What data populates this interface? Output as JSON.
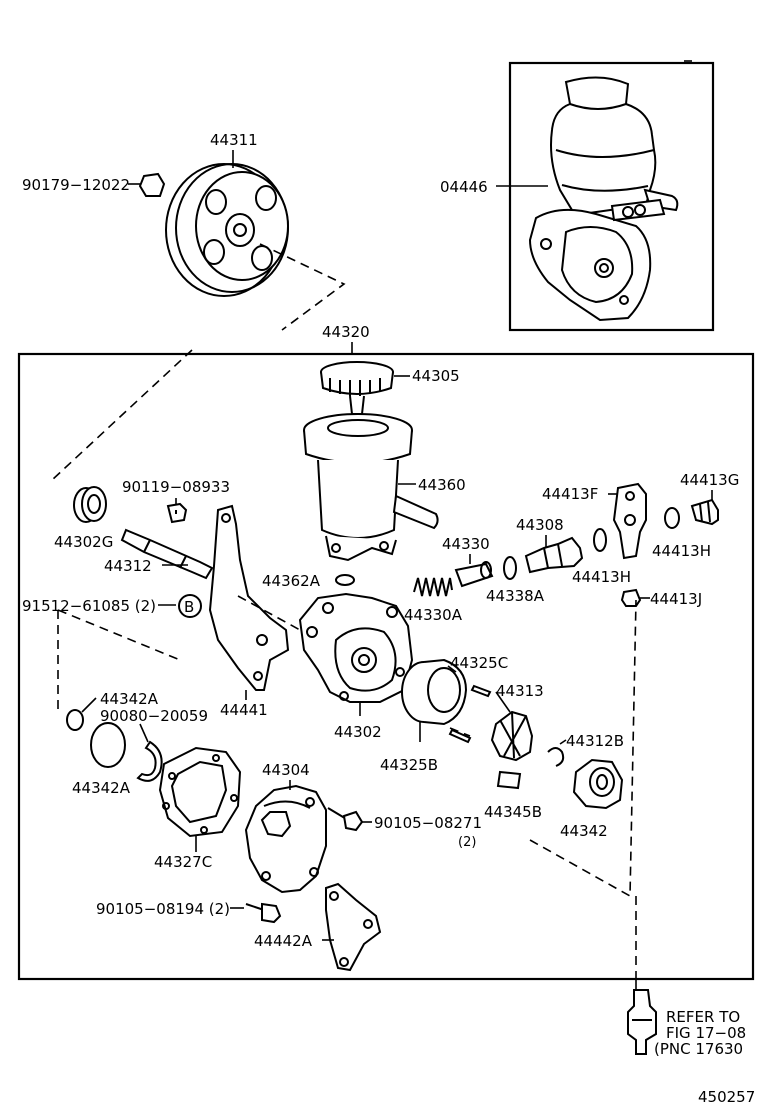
{
  "inset_ref": "04446",
  "assembly_ref": "44320",
  "callouts": {
    "c_90179_12022": "90179−12022",
    "c_44311": "44311",
    "c_44305": "44305",
    "c_44360": "44360",
    "c_90119_08933": "90119−08933",
    "c_44302G": "44302G",
    "c_44312": "44312",
    "c_44362A": "44362A",
    "c_91512_61085": "91512−61085 (2)",
    "c_B": "B",
    "c_44330": "44330",
    "c_44330A": "44330A",
    "c_44338A": "44338A",
    "c_44308": "44308",
    "c_44413F": "44413F",
    "c_44413G": "44413G",
    "c_44413H_1": "44413H",
    "c_44413H_2": "44413H",
    "c_44413J": "44413J",
    "c_44342A_1": "44342A",
    "c_90080_20059": "90080−20059",
    "c_44342A_2": "44342A",
    "c_44441": "44441",
    "c_44302": "44302",
    "c_44325C": "44325C",
    "c_44313": "44313",
    "c_44325B": "44325B",
    "c_44312B": "44312B",
    "c_44345B": "44345B",
    "c_44342": "44342",
    "c_44304": "44304",
    "c_90105_08271": "90105−08271",
    "c_qty2": "(2)",
    "c_44327C": "44327C",
    "c_90105_08194": "90105−08194 (2)",
    "c_44442A": "44442A"
  },
  "refer_note": {
    "line1": "REFER TO",
    "line2": "FIG 17−08",
    "line3": "(PNC 17630"
  },
  "figure_number": "450257"
}
